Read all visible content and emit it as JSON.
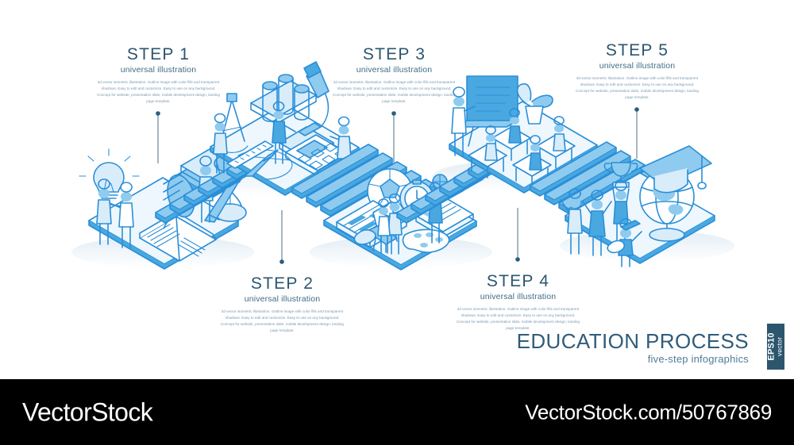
{
  "illustration": {
    "alt": "3d isometric line-art education process infographic with five stair platforms",
    "palette": {
      "stroke_blue": "#2a8fd8",
      "fill_light": "#bfe0f5",
      "fill_mid": "#7cc3ec",
      "title_navy": "#2c566f",
      "body_text": "#7b9bb0",
      "badge_bg": "#2b566e",
      "background": "#ffffff",
      "watermark_bg": "#000000"
    }
  },
  "steps": [
    {
      "id": "step-1",
      "title": "STEP 1",
      "subtitle": "universal illustration",
      "body": "3d vector isometric illustration. Outline image with color fills and transparent shadows. Easy to edit and customize. Easy to use on any background. Concept for website, presentation slide, mobile development design, landing page template.",
      "scene": "lightbulb, two people shaking hands, hourglass, stacked books, pencil, open book"
    },
    {
      "id": "step-2",
      "title": "STEP 2",
      "subtitle": "universal illustration",
      "body": "3d vector isometric illustration. Outline image with color fills and transparent shadows. Easy to edit and customize. Easy to use on any background. Concept for website, presentation slide, mobile development design, landing page template.",
      "scene": "microscope, test tubes rack, drawing compass, calculator, ruler, pencil, scientists"
    },
    {
      "id": "step-3",
      "title": "STEP 3",
      "subtitle": "universal illustration",
      "body": "3d vector isometric illustration. Outline image with color fills and transparent shadows. Easy to edit and customize. Easy to use on any background. Concept for website, presentation slide, mobile development design, landing page template.",
      "scene": "soccer ball, stopwatch, piano keyboard, easel, paint palette and brush, clipboard, basketball player"
    },
    {
      "id": "step-4",
      "title": "STEP 4",
      "subtitle": "universal illustration",
      "body": "3d vector isometric illustration. Outline image with color fills and transparent shadows. Easy to edit and customize. Easy to use on any background. Concept for website, presentation slide, mobile development design, landing page template.",
      "scene": "classroom with blackboard, teacher, students at desks, potted plant"
    },
    {
      "id": "step-5",
      "title": "STEP 5",
      "subtitle": "universal illustration",
      "body": "3d vector isometric illustration. Outline image with color fills and transparent shadows. Easy to edit and customize. Easy to use on any background. Concept for website, presentation slide, mobile development design, landing page template.",
      "scene": "graduation cap on globe, trophy, celebrating graduates with diploma"
    }
  ],
  "brand": {
    "title": "EDUCATION PROCESS",
    "subtitle": "five-step infographics",
    "badge_line1": "EPS10",
    "badge_line2": "vector"
  },
  "watermark": {
    "logo": "VectorStock",
    "url": "VectorStock.com/50767869"
  }
}
